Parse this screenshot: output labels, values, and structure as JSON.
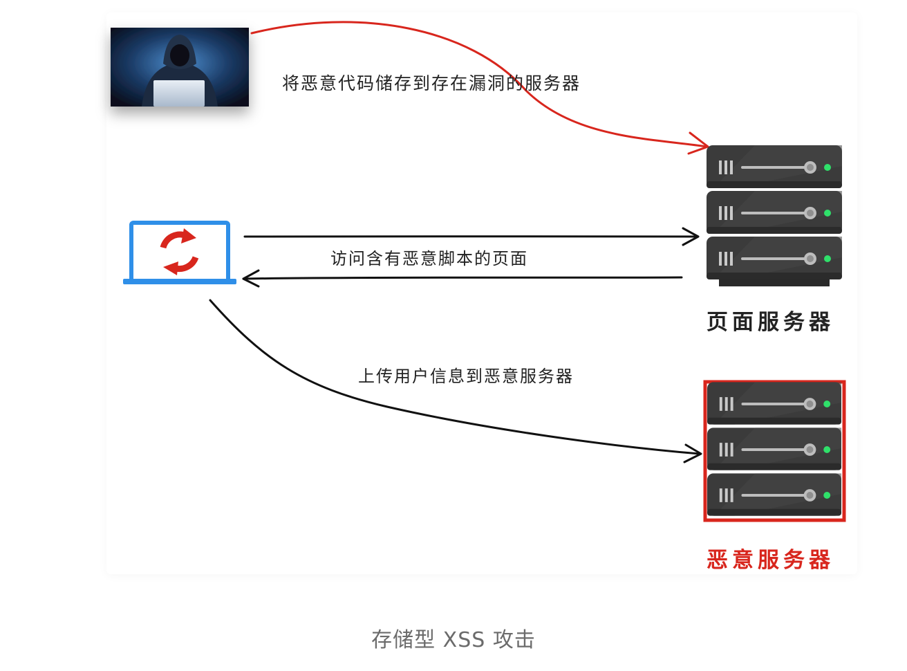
{
  "nodes": {
    "hacker": {
      "icon": "hacker-image"
    },
    "browser": {
      "icon": "laptop-refresh-icon"
    },
    "page_server": {
      "label": "页面服务器",
      "icon": "server-rack-icon"
    },
    "evil_server": {
      "label": "恶意服务器",
      "icon": "server-rack-icon",
      "highlight_color": "#d8261d"
    }
  },
  "edges": [
    {
      "from": "hacker",
      "to": "page_server",
      "label": "将恶意代码储存到存在漏洞的服务器",
      "color": "#d8261d"
    },
    {
      "from": "browser",
      "to": "page_server",
      "label": "访问含有恶意脚本的页面",
      "color": "#111111"
    },
    {
      "from": "page_server",
      "to": "browser",
      "label": "",
      "color": "#111111"
    },
    {
      "from": "browser",
      "to": "evil_server",
      "label": "上传用户信息到恶意服务器",
      "color": "#111111"
    }
  ],
  "caption": "存储型 XSS 攻击",
  "colors": {
    "accent_red": "#d8261d",
    "laptop_blue": "#2f8fe8",
    "server_dark": "#3b3b3b",
    "led_green": "#2fe06a"
  }
}
